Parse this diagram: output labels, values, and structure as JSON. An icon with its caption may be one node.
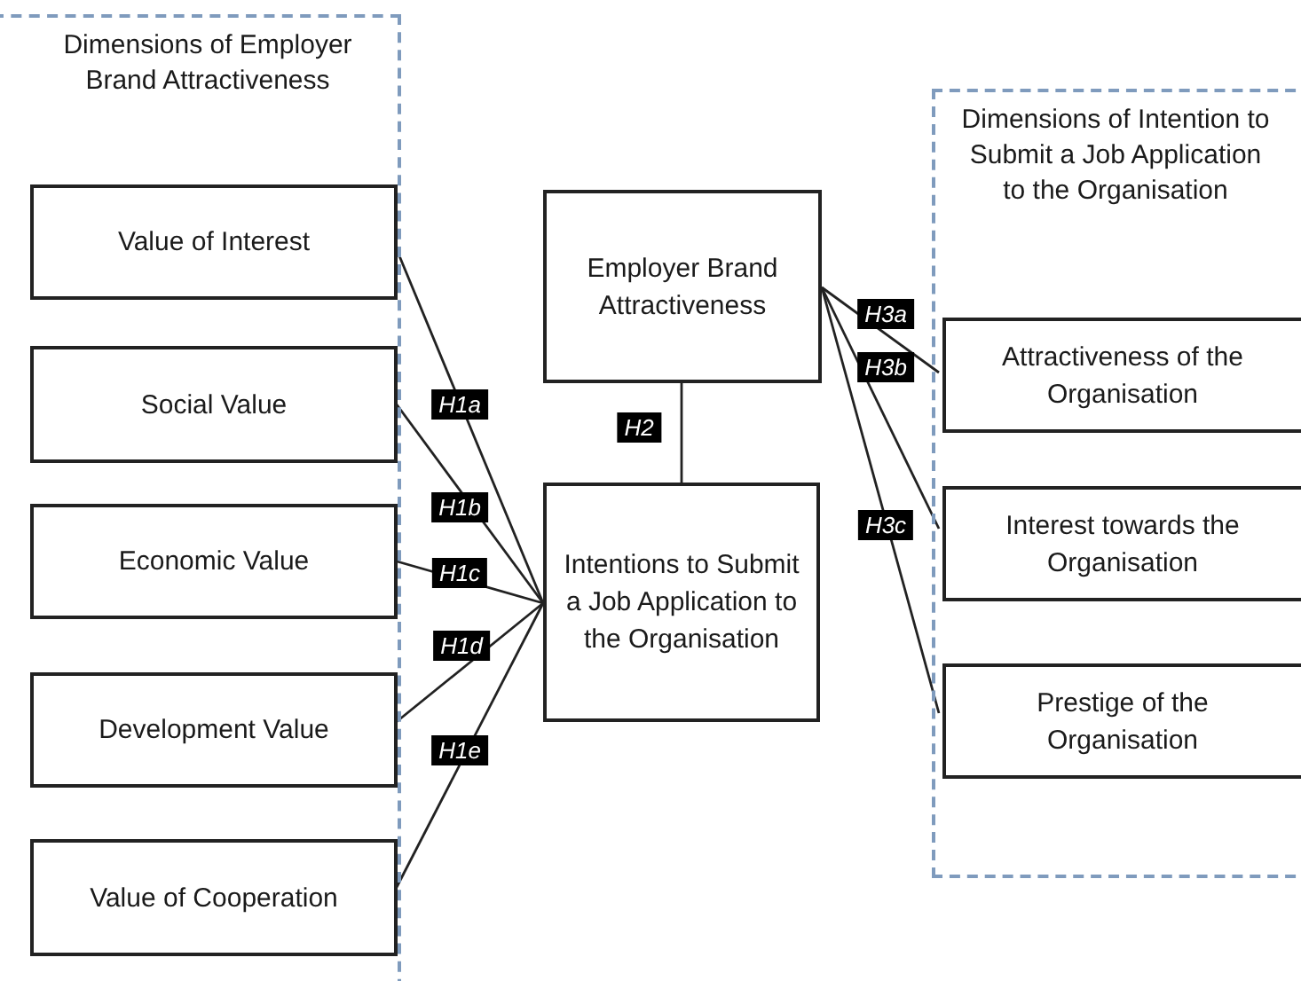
{
  "diagram": {
    "nodes": [
      {
        "text": [
          "Dimensions of Employer Brand Attractiveness"
        ]
      },
      {
        "text": [
          "Value of Interest"
        ],
        "in": 0
      },
      {
        "text": [
          "Social Value"
        ],
        "in": 0
      },
      {
        "text": [
          "Economic Value"
        ],
        "in": 0
      },
      {
        "text": [
          "Development Value"
        ],
        "in": 0
      },
      {
        "text": [
          "Value of Cooperation"
        ],
        "in": 0
      },
      {
        "text": [
          "Employer Brand Attractiveness"
        ]
      },
      {
        "text": [
          "Intentions to Submit a Job Application to the Organisation"
        ]
      },
      {
        "text": [
          "Dimensions of Intention to Submit a Job Application to the Organisation"
        ]
      },
      {
        "text": [
          "Attractiveness of the Organisation"
        ],
        "in": 8
      },
      {
        "text": [
          "Interest towards the Organisation"
        ],
        "in": 8
      },
      {
        "text": [
          "Prestige of the Organisation"
        ],
        "in": 8
      }
    ],
    "edges": [
      {
        "from": 1,
        "to": 7,
        "arrow": "none",
        "label": "H1a"
      },
      {
        "from": 2,
        "to": 7,
        "arrow": "none",
        "label": "H1b"
      },
      {
        "from": 3,
        "to": 7,
        "arrow": "none",
        "label": "H1c"
      },
      {
        "from": 4,
        "to": 7,
        "arrow": "none",
        "label": "H1d"
      },
      {
        "from": 5,
        "to": 7,
        "arrow": "none",
        "label": "H1e"
      },
      {
        "from": 6,
        "to": 7,
        "arrow": "none",
        "label": "H2"
      },
      {
        "from": 6,
        "to": 9,
        "arrow": "none",
        "label": "H3a"
      },
      {
        "from": 6,
        "to": 10,
        "arrow": "none",
        "label": "H3b"
      },
      {
        "from": 6,
        "to": 11,
        "arrow": "none",
        "label": "H3c"
      }
    ]
  }
}
